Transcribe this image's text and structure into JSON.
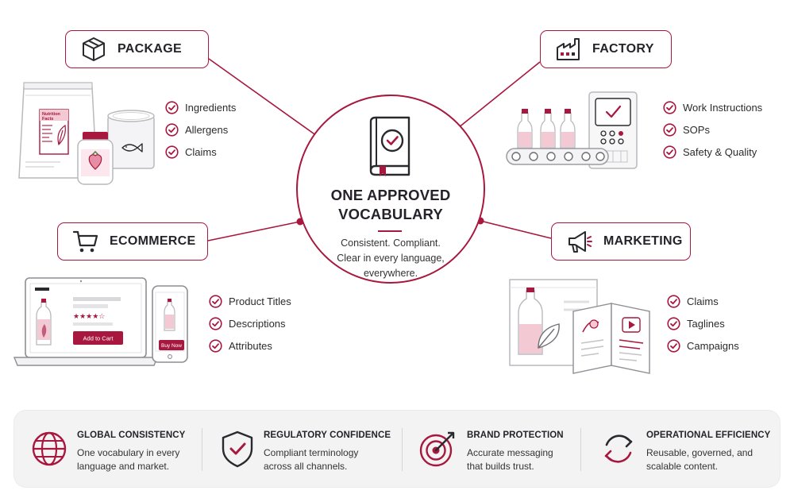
{
  "colors": {
    "accent": "#a8173e",
    "accent_light": "#f3c9d4",
    "text": "#26222a",
    "panel": "#f3f3f4"
  },
  "center": {
    "icon": "approved-book-icon",
    "title_lines": [
      "ONE APPROVED",
      "VOCABULARY"
    ],
    "subtitle_lines": [
      "Consistent. Compliant.",
      "Clear in every language,",
      "everywhere."
    ]
  },
  "nodes": {
    "package": {
      "label": "PACKAGE",
      "icon": "package-box-icon",
      "items": [
        "Ingredients",
        "Allergens",
        "Claims"
      ],
      "illustration": {
        "label_text": [
          "Nutrition",
          "Facts"
        ]
      }
    },
    "factory": {
      "label": "FACTORY",
      "icon": "factory-icon",
      "items": [
        "Work Instructions",
        "SOPs",
        "Safety & Quality"
      ]
    },
    "ecommerce": {
      "label": "ECOMMERCE",
      "icon": "shopping-cart-icon",
      "items": [
        "Product Titles",
        "Descriptions",
        "Attributes"
      ],
      "illustration": {
        "laptop_button": "Add to Cart",
        "phone_button": "Buy Now",
        "rating_stars": "★★★★☆"
      }
    },
    "marketing": {
      "label": "MARKETING",
      "icon": "megaphone-icon",
      "items": [
        "Claims",
        "Taglines",
        "Campaigns"
      ]
    }
  },
  "benefits": [
    {
      "title": "GLOBAL CONSISTENCY",
      "desc_lines": [
        "One vocabulary in every",
        "language and market."
      ],
      "icon": "globe-icon"
    },
    {
      "title": "REGULATORY CONFIDENCE",
      "desc_lines": [
        "Compliant terminology",
        "across all channels."
      ],
      "icon": "shield-check-icon"
    },
    {
      "title": "BRAND PROTECTION",
      "desc_lines": [
        "Accurate messaging",
        "that builds trust."
      ],
      "icon": "target-icon"
    },
    {
      "title": "OPERATIONAL EFFICIENCY",
      "desc_lines": [
        "Reusable, governed, and",
        "scalable content."
      ],
      "icon": "refresh-cycle-icon"
    }
  ]
}
